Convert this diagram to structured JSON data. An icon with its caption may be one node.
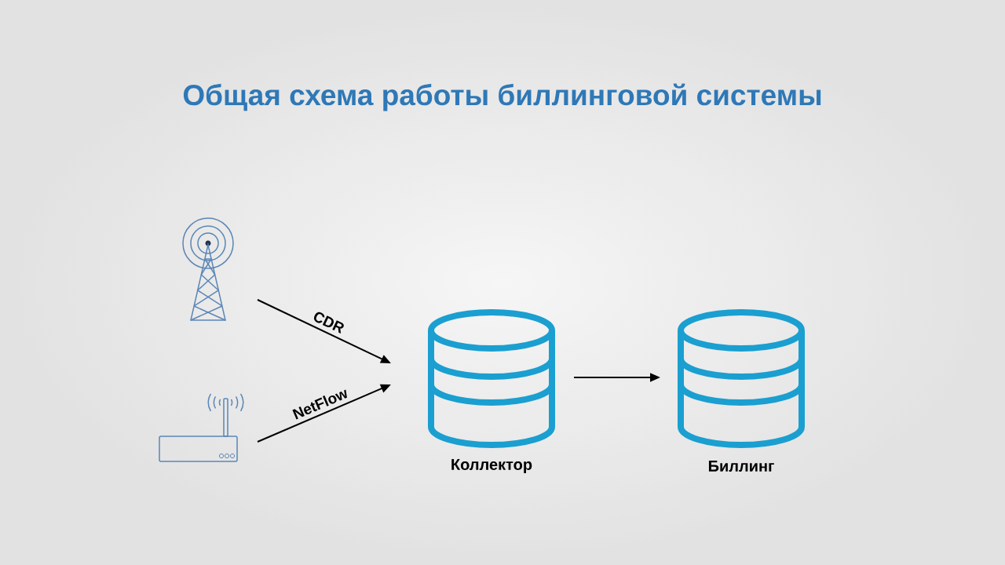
{
  "diagram": {
    "title": "Общая схема работы биллинговой системы",
    "nodes": [
      {
        "text": [],
        "shape": "tower"
      },
      {
        "text": [],
        "shape": "router"
      },
      {
        "text": [
          "Коллектор"
        ]
      },
      {
        "text": [
          "Биллинг"
        ]
      }
    ],
    "edges": [
      {
        "from": 0,
        "to": 2,
        "arrow": "to",
        "label": "CDR"
      },
      {
        "from": 1,
        "to": 2,
        "arrow": "to",
        "label": "NetFlow"
      },
      {
        "from": 2,
        "to": 3,
        "arrow": "to"
      }
    ]
  }
}
